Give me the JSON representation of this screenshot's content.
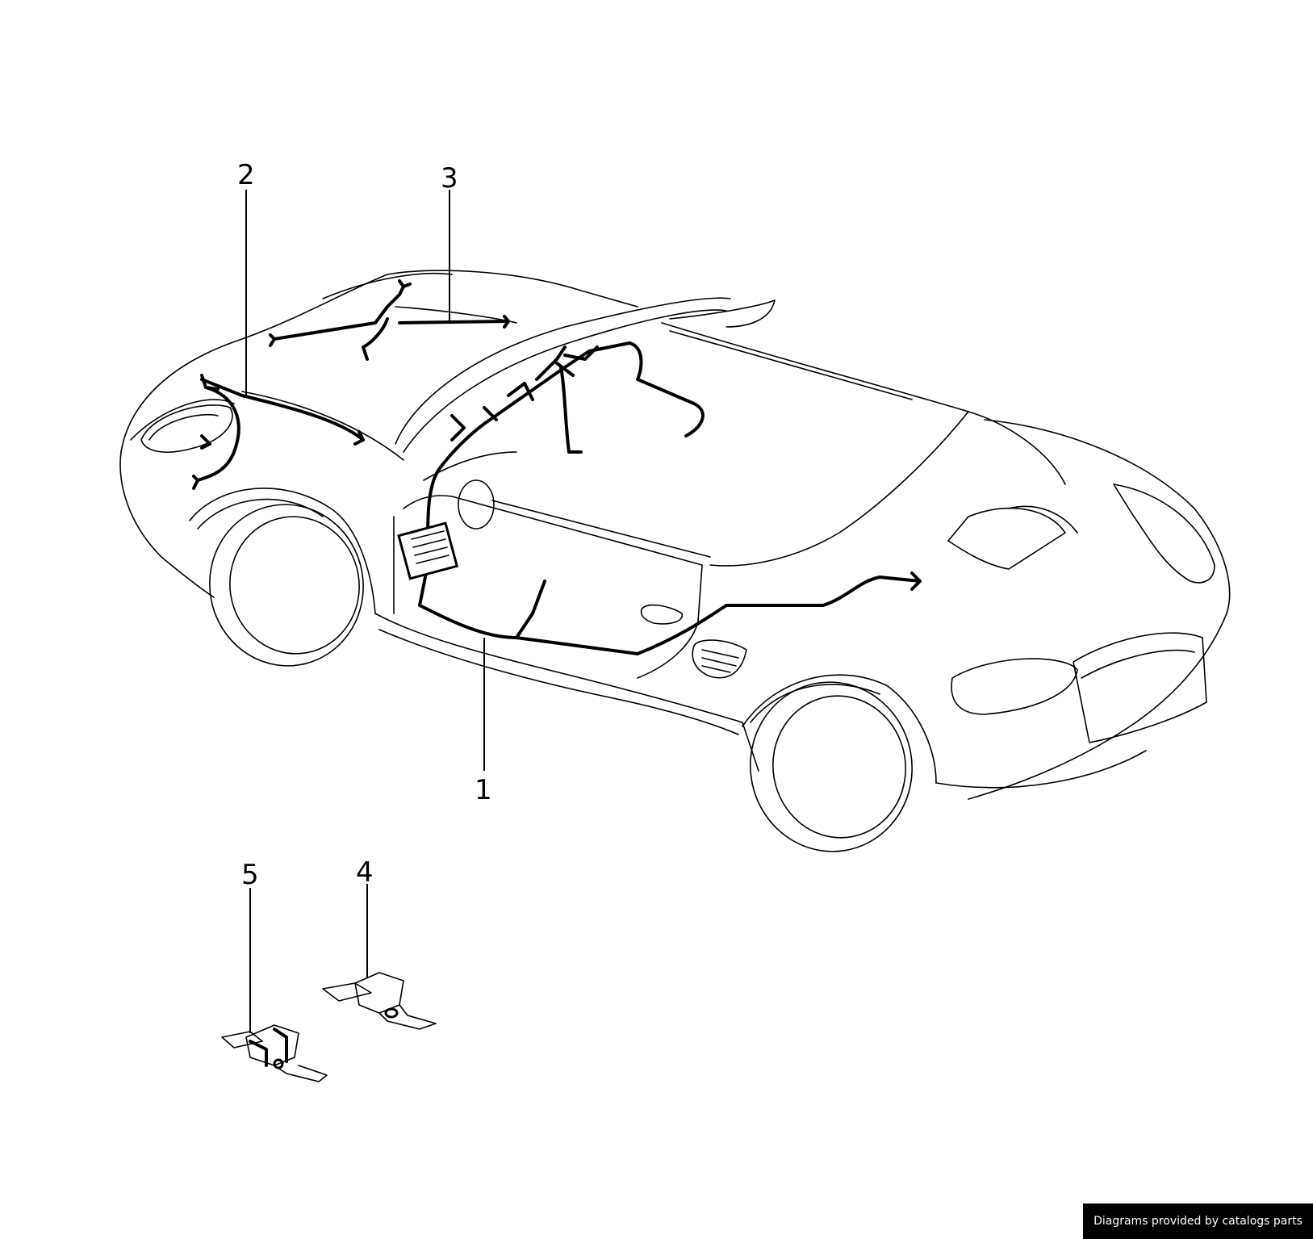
{
  "callouts": {
    "c1": "1",
    "c2": "2",
    "c3": "3",
    "c4": "4",
    "c5": "5"
  },
  "footer": {
    "credit": "Diagrams provided by catalogs parts"
  },
  "colors": {
    "line": "#000000",
    "background": "#ffffff",
    "credit_bg": "#000000",
    "credit_text": "#ffffff"
  }
}
